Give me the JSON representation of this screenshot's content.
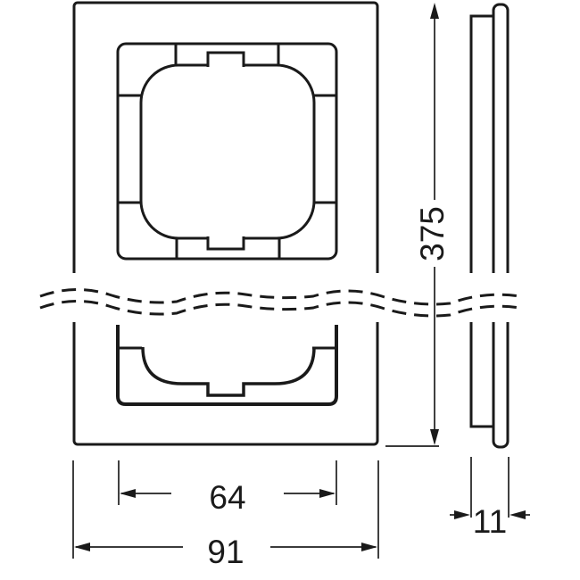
{
  "drawing": {
    "type": "technical-dimension-drawing",
    "views": {
      "front": "front-view-of-frame-with-module-opening",
      "side": "side-profile-view"
    },
    "dimensions": {
      "total_width": "91",
      "opening_width": "64",
      "total_height": "375",
      "depth": "11"
    },
    "colors": {
      "line": "#1a1a1a",
      "background": "#ffffff"
    }
  }
}
